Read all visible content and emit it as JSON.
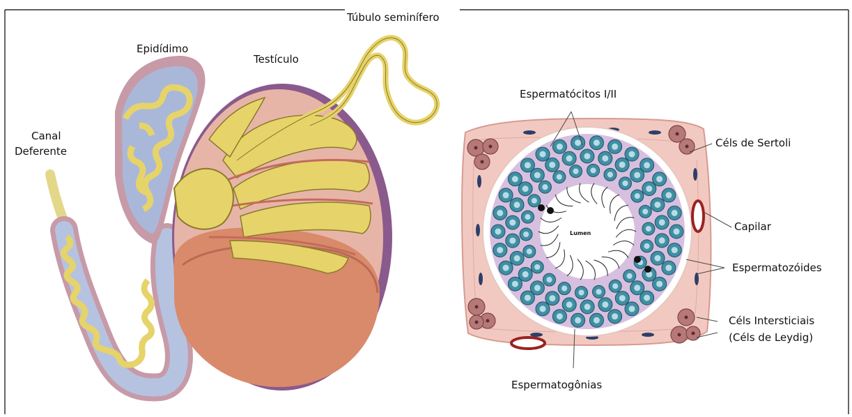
{
  "left_figure": {
    "labels": {
      "tubulo": "Túbulo seminífero",
      "epididimo": "Epidídimo",
      "testiculo": "Testículo",
      "canal_line1": "Canal",
      "canal_line2": "Deferente"
    }
  },
  "right_figure": {
    "labels": {
      "espermatocitos": "Espermatócitos I/II",
      "sertoli": "Céls de Sertoli",
      "capilar": "Capilar",
      "espermatozoides": "Espermatozóides",
      "intersticiais_line1": "Céls Intersticiais",
      "intersticiais_line2": "(Céls de Leydig)",
      "espermatogonias": "Espermatogônias",
      "lumen": "Lumen"
    }
  },
  "colors": {
    "border": "#000000",
    "tubule_yellow": "#e6d36a",
    "tubule_outline": "#8a7a2a",
    "testis_pink": "#d98a7a",
    "tunica_purple": "#8a5a8c",
    "epididymis_blue": "#a9b8d8",
    "interstitium_pink": "#f2c9c0",
    "cell_teal": "#3f8fa5",
    "lumen_white": "#ffffff",
    "leydig_mauve": "#b77878"
  }
}
